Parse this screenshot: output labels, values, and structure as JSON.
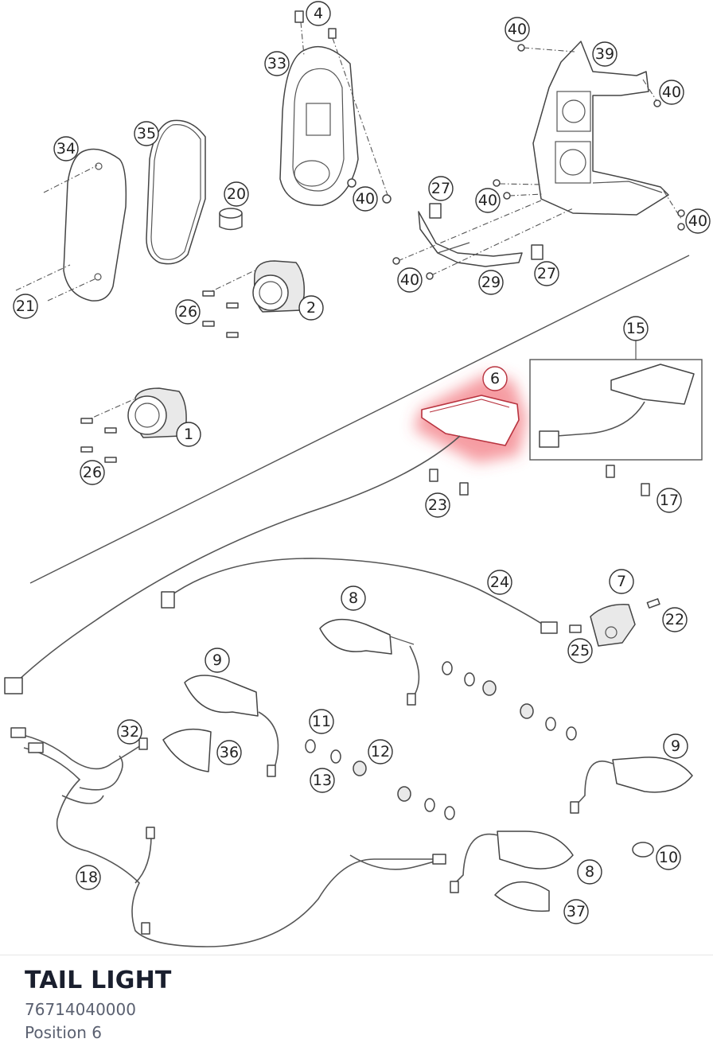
{
  "part": {
    "name": "TAIL LIGHT",
    "number": "76714040000",
    "position": "Position 6"
  },
  "diagram": {
    "highlight_color": "#ef4a57",
    "highlighted_callout": "6",
    "callouts": {
      "c4": "4",
      "c33": "33",
      "c40a": "40",
      "c39": "39",
      "c40b": "40",
      "c34": "34",
      "c35": "35",
      "c20": "20",
      "c40c": "40",
      "c27a": "27",
      "c40d": "40",
      "c40e": "40",
      "c40f": "40",
      "c29": "29",
      "c27b": "27",
      "c21": "21",
      "c26a": "26",
      "c2": "2",
      "c15": "15",
      "c6": "6",
      "c1": "1",
      "c26b": "26",
      "c23": "23",
      "c17": "17",
      "c24": "24",
      "c7": "7",
      "c8a": "8",
      "c22": "22",
      "c25": "25",
      "c9a": "9",
      "c11": "11",
      "c32": "32",
      "c36": "36",
      "c12": "12",
      "c13": "13",
      "c9b": "9",
      "c18": "18",
      "c10": "10",
      "c8b": "8",
      "c37": "37"
    }
  }
}
